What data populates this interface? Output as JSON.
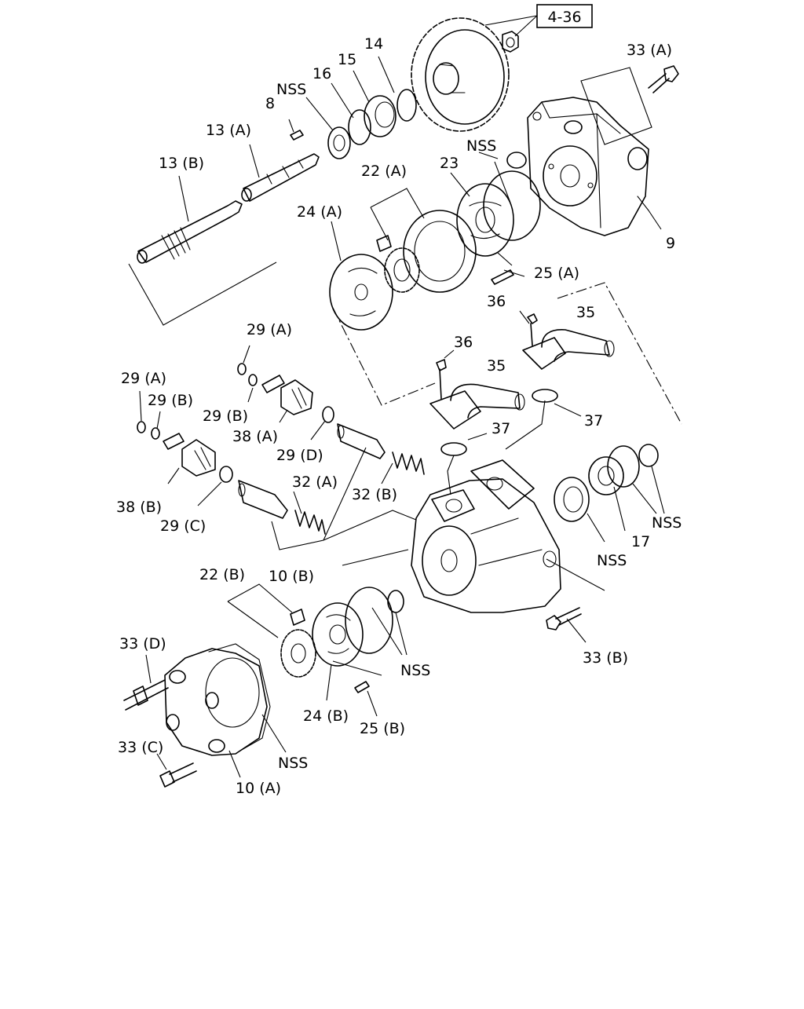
{
  "diagram": {
    "reference_box": "4-36",
    "labels": {
      "l_33a": "33 (A)",
      "l_14": "14",
      "l_15": "15",
      "l_16": "16",
      "l_nss_top": "NSS",
      "l_8": "8",
      "l_13a": "13 (A)",
      "l_13b": "13 (B)",
      "l_nss_oring": "NSS",
      "l_23": "23",
      "l_22a": "22 (A)",
      "l_24a": "24 (A)",
      "l_9": "9",
      "l_25a": "25 (A)",
      "l_36_right": "36",
      "l_35_right": "35",
      "l_36_left": "36",
      "l_35_left": "35",
      "l_29a_top": "29 (A)",
      "l_29a_left": "29 (A)",
      "l_29b_left": "29 (B)",
      "l_29b_mid": "29 (B)",
      "l_38a": "38 (A)",
      "l_29d": "29 (D)",
      "l_37_right": "37",
      "l_37_left": "37",
      "l_38b": "38 (B)",
      "l_29c": "29 (C)",
      "l_32a": "32 (A)",
      "l_32b": "32 (B)",
      "l_nss_right": "NSS",
      "l_17": "17",
      "l_nss_bearing": "NSS",
      "l_10b": "10 (B)",
      "l_22b": "22 (B)",
      "l_33d": "33 (D)",
      "l_nss_plate": "NSS",
      "l_33b": "33 (B)",
      "l_24b": "24 (B)",
      "l_25b": "25 (B)",
      "l_33c": "33 (C)",
      "l_nss_cover": "NSS",
      "l_10a": "10 (A)"
    }
  }
}
